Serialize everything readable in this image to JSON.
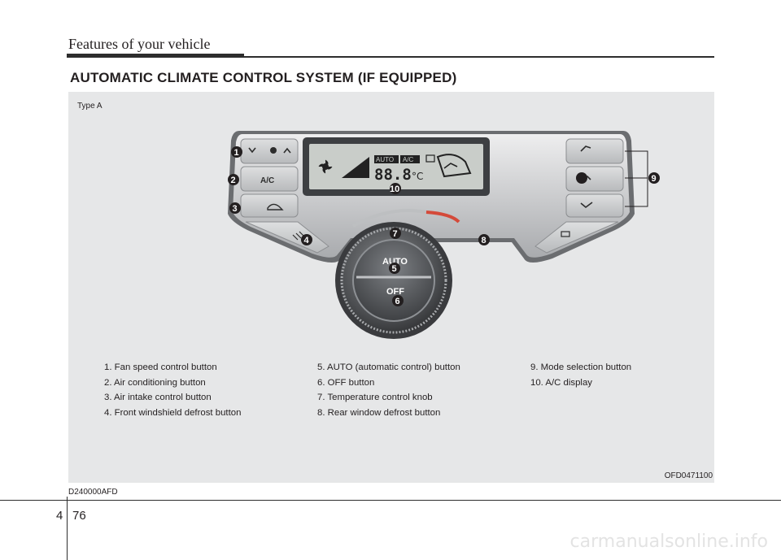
{
  "header": {
    "title": "Features of your vehicle"
  },
  "section": {
    "title": "AUTOMATIC CLIMATE CONTROL SYSTEM (IF EQUIPPED)"
  },
  "figure": {
    "type_label": "Type A",
    "code": "OFD0471100",
    "panel": {
      "ac_label": "A/C",
      "knob_auto": "AUTO",
      "knob_off": "OFF",
      "display_auto": "AUTO",
      "display_ac": "A/C",
      "display_temp": "88.8",
      "display_unit": "°C"
    },
    "callouts": [
      "1",
      "2",
      "3",
      "4",
      "5",
      "6",
      "7",
      "8",
      "9",
      "10"
    ],
    "captions": {
      "col1": [
        "1. Fan speed control button",
        "2. Air conditioning button",
        "3. Air intake control button",
        "4. Front windshield defrost button"
      ],
      "col2": [
        "5. AUTO (automatic control) button",
        "6. OFF button",
        "7. Temperature control knob",
        "8. Rear window defrost button"
      ],
      "col3": [
        "9. Mode selection button",
        "10. A/C display"
      ]
    }
  },
  "footer": {
    "doc_code": "D240000AFD",
    "chapter": "4",
    "page": "76",
    "watermark": "carmanualsonline.info"
  },
  "colors": {
    "panel_dark": "#5a5c5f",
    "panel_light": "#c9cbcd",
    "callout": "#231f20"
  }
}
